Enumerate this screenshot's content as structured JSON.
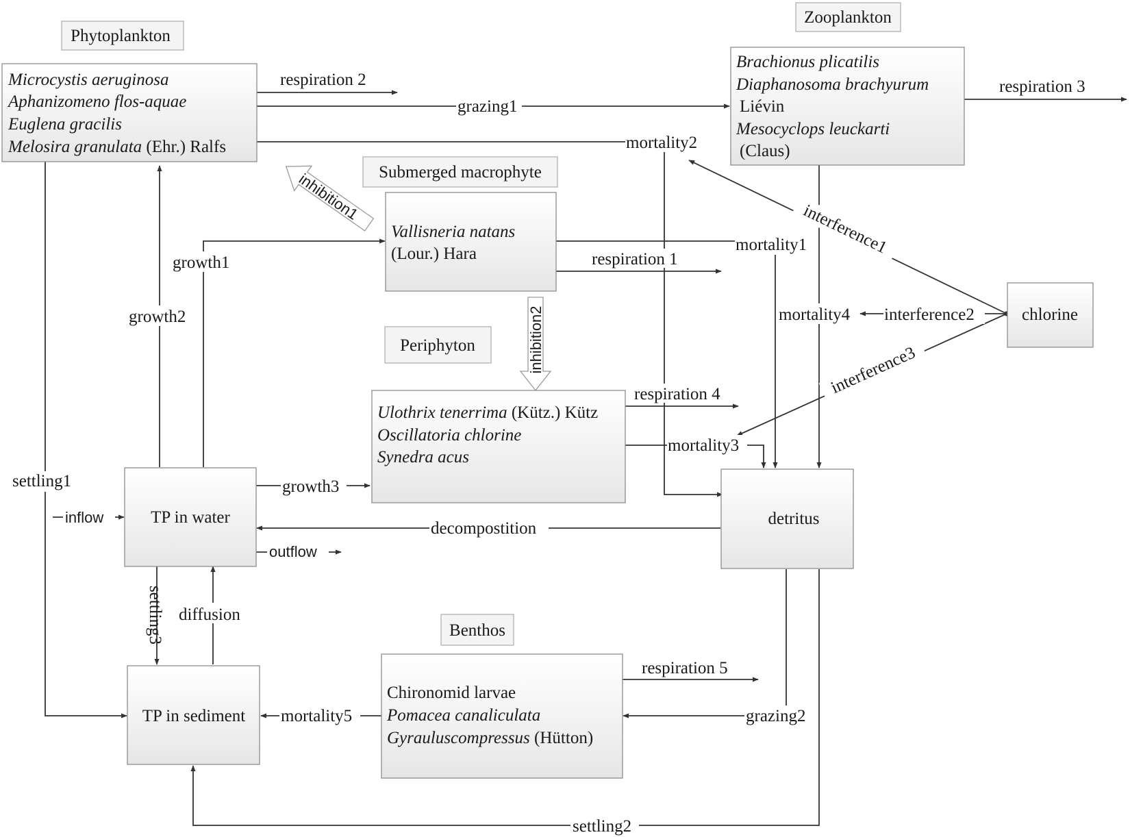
{
  "groups": {
    "phytoplankton": "Phytoplankton",
    "zooplankton": "Zooplankton",
    "submerged_macrophyte": "Submerged macrophyte",
    "periphyton": "Periphyton",
    "benthos": "Benthos"
  },
  "species": {
    "phyto": [
      "Microcystis aeruginosa",
      "Aphanizomeno flos-aquae",
      "Euglena gracilis",
      "Melosira granulata",
      "(Ehr.) Ralfs"
    ],
    "zoo": [
      "Brachionus plicatilis",
      "Diaphanosoma brachyurum",
      "Liévin",
      "Mesocyclops leuckarti",
      "(Claus)"
    ],
    "macro": [
      "Vallisneria natans",
      "(Lour.) Hara"
    ],
    "peri": [
      "Ulothrix tenerrima",
      "(Kütz.) Kütz",
      "Oscillatoria chlorine",
      "Synedra acus"
    ],
    "benthos": [
      "Chironomid larvae",
      "Pomacea canaliculata",
      "Gyrauluscompressus",
      "(Hütton)"
    ]
  },
  "nodes": {
    "tp_water": "TP in water",
    "tp_sediment": "TP in sediment",
    "detritus": "detritus",
    "chlorine": "chlorine"
  },
  "flows": {
    "respiration1": "respiration 1",
    "respiration2": "respiration 2",
    "respiration3": "respiration 3",
    "respiration4": "respiration 4",
    "respiration5": "respiration 5",
    "grazing1": "grazing1",
    "grazing2": "grazing2",
    "mortality1": "mortality1",
    "mortality2": "mortality2",
    "mortality3": "mortality3",
    "mortality4": "mortality4",
    "mortality5": "mortality5",
    "interference1": "interference1",
    "interference2": "interference2",
    "interference3": "interference3",
    "inhibition1": "inhibition1",
    "inhibition2": "inhibition2",
    "growth1": "growth1",
    "growth2": "growth2",
    "growth3": "growth3",
    "settling1": "settling1",
    "settling2": "settling2",
    "settling3": "settling3",
    "diffusion": "diffusion",
    "decomposition": "decompostition",
    "inflow": "inflow",
    "outflow": "outflow"
  }
}
